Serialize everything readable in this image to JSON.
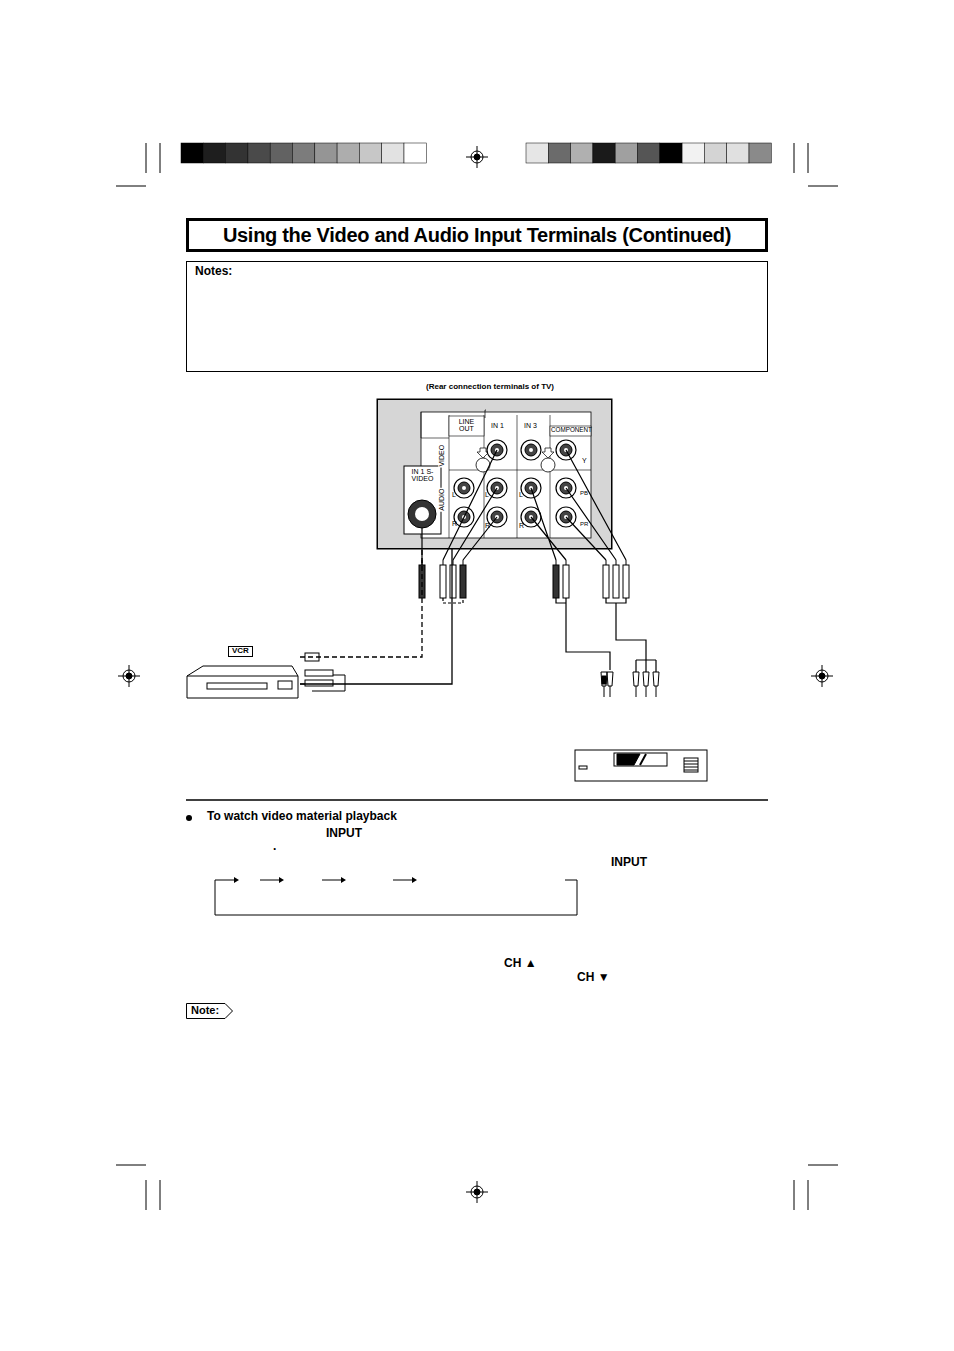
{
  "diagram": {
    "title": "Using the Video and Audio Input Terminals (Continued)",
    "nodes": [
      {
        "text": [
          "Notes:"
        ]
      },
      {
        "text": [
          "(Rear connection terminals of TV)"
        ]
      },
      {
        "text": [
          "VCR"
        ]
      },
      {
        "text": [
          "Note:"
        ]
      }
    ],
    "edges": [
      {
        "from": 2,
        "to": 1,
        "arrow": "none"
      },
      {
        "from": 2,
        "to": 1,
        "arrow": "none"
      }
    ],
    "labels": [
      "LINE OUT",
      "IN 1",
      "IN 3",
      "COMPONENT",
      "VIDEO",
      "AUDIO",
      "IN 1 S-VIDEO",
      "L",
      "R",
      "L",
      "R",
      "L",
      "R",
      "Y",
      "PB",
      "PR",
      "To watch video material playback",
      "INPUT",
      ".",
      "INPUT",
      "CH ▲",
      "CH ▼"
    ]
  }
}
